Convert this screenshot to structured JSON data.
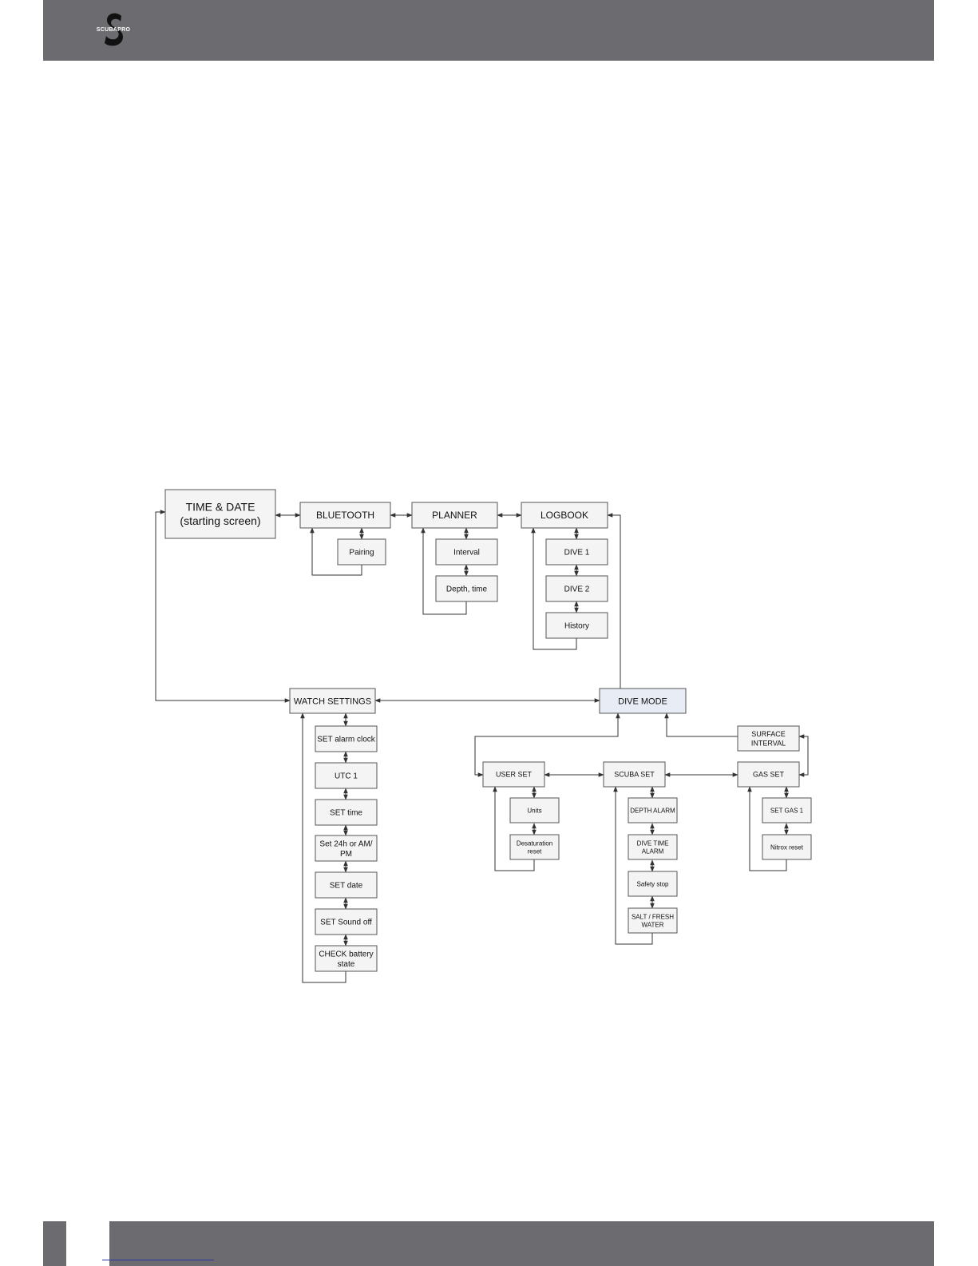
{
  "brand": {
    "logo_text": "SCUBAPRO",
    "header_color": "#6c6c70",
    "icon": "scubapro-s-logo"
  },
  "diagram": {
    "nodes": {
      "time_date": [
        "TIME & DATE",
        "(starting screen)"
      ],
      "bluetooth": [
        "BLUETOOTH"
      ],
      "pairing": [
        "Pairing"
      ],
      "planner": [
        "PLANNER"
      ],
      "interval": [
        "Interval"
      ],
      "depth_time": [
        "Depth, time"
      ],
      "logbook": [
        "LOGBOOK"
      ],
      "dive1": [
        "DIVE 1"
      ],
      "dive2": [
        "DIVE 2"
      ],
      "history": [
        "History"
      ],
      "watch_settings": [
        "WATCH SETTINGS"
      ],
      "set_alarm": [
        "SET alarm clock"
      ],
      "utc1": [
        "UTC 1"
      ],
      "set_time": [
        "SET time"
      ],
      "set_24h": [
        "Set 24h or AM/",
        "PM"
      ],
      "set_date": [
        "SET date"
      ],
      "set_sound": [
        "SET Sound off"
      ],
      "check_battery": [
        "CHECK battery",
        "state"
      ],
      "dive_mode": [
        "DIVE MODE"
      ],
      "surface_interval": [
        "SURFACE",
        "INTERVAL"
      ],
      "user_set": [
        "USER SET"
      ],
      "units": [
        "Units"
      ],
      "desat_reset": [
        "Desaturation",
        "reset"
      ],
      "scuba_set": [
        "SCUBA SET"
      ],
      "depth_alarm": [
        "DEPTH ALARM"
      ],
      "dive_time_alarm": [
        "DIVE TIME",
        "ALARM"
      ],
      "safety_stop": [
        "Safety stop"
      ],
      "salt_fresh": [
        "SALT / FRESH",
        "WATER"
      ],
      "gas_set": [
        "GAS SET"
      ],
      "set_gas1": [
        "SET GAS 1"
      ],
      "nitrox_reset": [
        "Nitrox reset"
      ]
    }
  }
}
